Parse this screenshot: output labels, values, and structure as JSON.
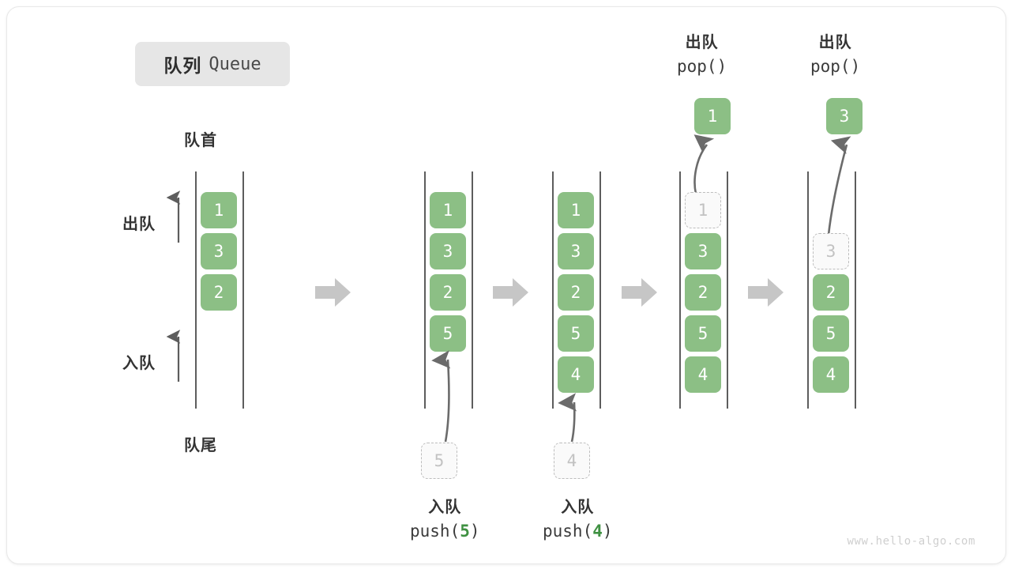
{
  "title": {
    "cn": "队列",
    "en": "Queue"
  },
  "labels": {
    "head": "队首",
    "tail": "队尾",
    "dequeue": "出队",
    "enqueue": "入队"
  },
  "colors": {
    "cell_fill": "#8cbf85",
    "cell_text": "#ffffff",
    "ghost_border": "#bdbdbd",
    "ghost_text": "#c2c2c2",
    "rail": "#5d5d5d",
    "step_arrow": "#c6c6c6",
    "badge_bg": "#e6e6e6",
    "highlight": "#3f9142"
  },
  "steps": [
    {
      "id": "step-initial",
      "cells": [
        {
          "value": "1",
          "state": "filled"
        },
        {
          "value": "3",
          "state": "filled"
        },
        {
          "value": "2",
          "state": "filled"
        }
      ],
      "side_labels": {
        "dequeue": "出队",
        "enqueue": "入队"
      },
      "head_label": "队首",
      "tail_label": "队尾"
    },
    {
      "id": "step-push-5",
      "cells": [
        {
          "value": "1",
          "state": "filled"
        },
        {
          "value": "3",
          "state": "filled"
        },
        {
          "value": "2",
          "state": "filled"
        },
        {
          "value": "5",
          "state": "filled"
        }
      ],
      "incoming": {
        "value": "5",
        "state": "ghost"
      },
      "caption_cn": "入队",
      "caption_code_prefix": "push(",
      "caption_code_value": "5",
      "caption_code_suffix": ")"
    },
    {
      "id": "step-push-4",
      "cells": [
        {
          "value": "1",
          "state": "filled"
        },
        {
          "value": "3",
          "state": "filled"
        },
        {
          "value": "2",
          "state": "filled"
        },
        {
          "value": "5",
          "state": "filled"
        },
        {
          "value": "4",
          "state": "filled"
        }
      ],
      "incoming": {
        "value": "4",
        "state": "ghost"
      },
      "caption_cn": "入队",
      "caption_code_prefix": "push(",
      "caption_code_value": "4",
      "caption_code_suffix": ")"
    },
    {
      "id": "step-pop-1",
      "cells": [
        {
          "value": "1",
          "state": "ghost"
        },
        {
          "value": "3",
          "state": "filled"
        },
        {
          "value": "2",
          "state": "filled"
        },
        {
          "value": "5",
          "state": "filled"
        },
        {
          "value": "4",
          "state": "filled"
        }
      ],
      "outgoing": {
        "value": "1",
        "state": "filled"
      },
      "caption_cn": "出队",
      "caption_code": "pop()"
    },
    {
      "id": "step-pop-3",
      "cells": [
        {
          "value": "",
          "state": "empty"
        },
        {
          "value": "3",
          "state": "ghost"
        },
        {
          "value": "2",
          "state": "filled"
        },
        {
          "value": "5",
          "state": "filled"
        },
        {
          "value": "4",
          "state": "filled"
        }
      ],
      "outgoing": {
        "value": "3",
        "state": "filled"
      },
      "caption_cn": "出队",
      "caption_code": "pop()"
    }
  ],
  "watermark": "www.hello-algo.com"
}
